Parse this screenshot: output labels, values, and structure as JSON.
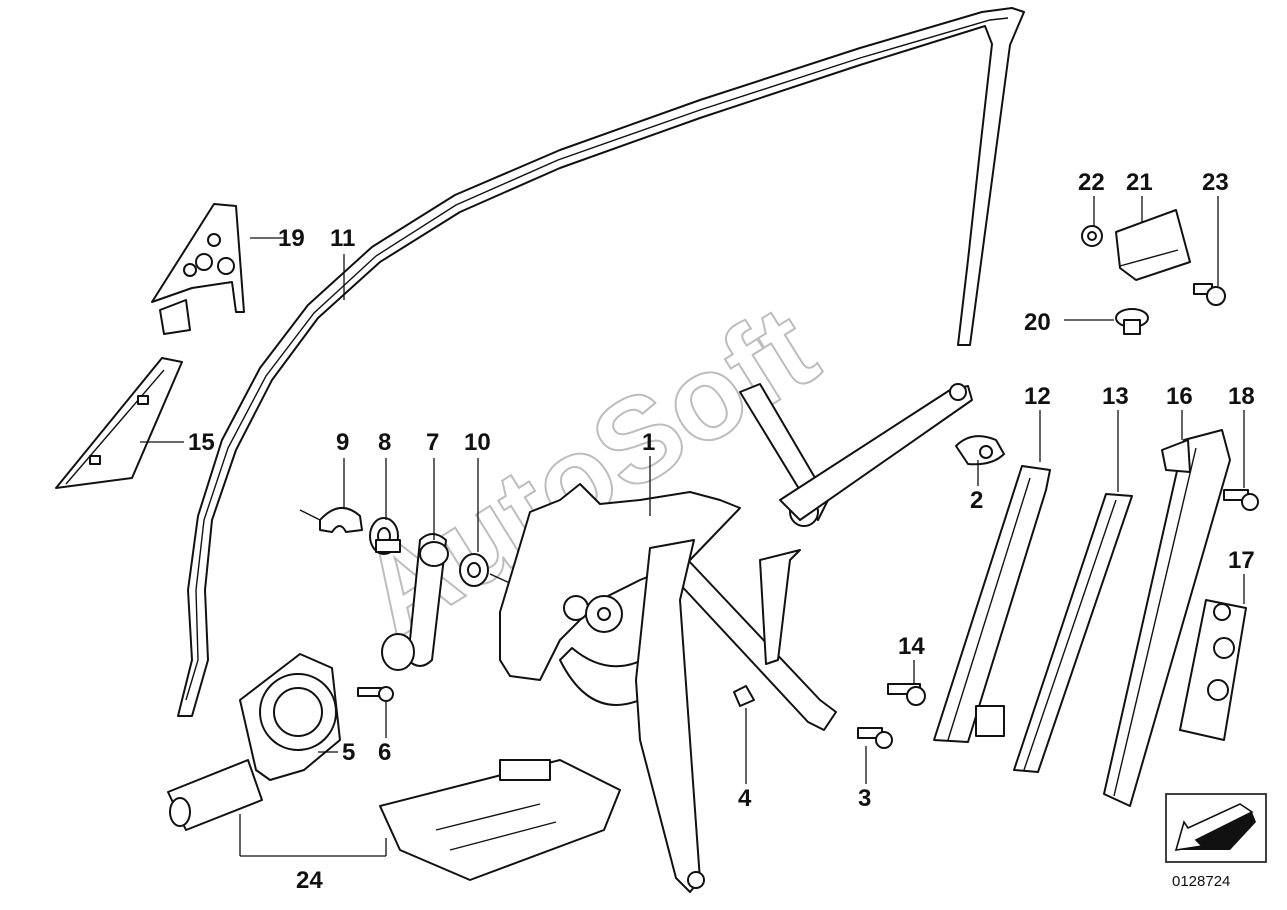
{
  "watermark": "AutoSoft",
  "reference_number": "0128724",
  "callouts": [
    {
      "id": "c1",
      "label": "1"
    },
    {
      "id": "c2",
      "label": "2"
    },
    {
      "id": "c3",
      "label": "3"
    },
    {
      "id": "c4",
      "label": "4"
    },
    {
      "id": "c5",
      "label": "5"
    },
    {
      "id": "c6",
      "label": "6"
    },
    {
      "id": "c7",
      "label": "7"
    },
    {
      "id": "c8",
      "label": "8"
    },
    {
      "id": "c9",
      "label": "9"
    },
    {
      "id": "c10",
      "label": "10"
    },
    {
      "id": "c11",
      "label": "11"
    },
    {
      "id": "c12",
      "label": "12"
    },
    {
      "id": "c13",
      "label": "13"
    },
    {
      "id": "c14",
      "label": "14"
    },
    {
      "id": "c15",
      "label": "15"
    },
    {
      "id": "c16",
      "label": "16"
    },
    {
      "id": "c17",
      "label": "17"
    },
    {
      "id": "c18",
      "label": "18"
    },
    {
      "id": "c19",
      "label": "19"
    },
    {
      "id": "c20",
      "label": "20"
    },
    {
      "id": "c21",
      "label": "21"
    },
    {
      "id": "c22",
      "label": "22"
    },
    {
      "id": "c23",
      "label": "23"
    },
    {
      "id": "c24",
      "label": "24"
    }
  ]
}
